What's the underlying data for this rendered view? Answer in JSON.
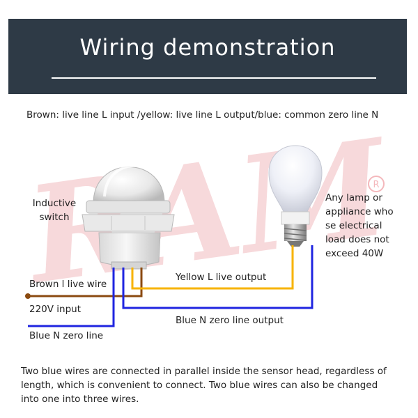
{
  "header": {
    "title": "Wiring demonstration"
  },
  "legend": "Brown: live line L input /yellow: live line L output/blue: common zero line N",
  "labels": {
    "switch_line1": "Inductive",
    "switch_line2": "switch",
    "lamp_line1": "Any lamp or",
    "lamp_line2": "appliance who",
    "lamp_line3": "se electrical",
    "lamp_line4": "load does not",
    "lamp_line5": "exceed 40W",
    "brown_wire": "Brown l live wire",
    "input": "220V input",
    "blue_in": "Blue N zero line",
    "yellow_out": "Yellow L live output",
    "blue_out": "Blue N zero line output"
  },
  "note": {
    "line1": "Two blue wires are connected in parallel inside the sensor head, regardless of",
    "line2": "length, which is convenient to connect. Two blue wires can also be changed",
    "line3": "into one into three wires."
  },
  "watermark": "RAM",
  "colors": {
    "banner": "#2e3a46",
    "brown": "#8b4a10",
    "yellow": "#f7b300",
    "blue": "#1f25e0",
    "watermark": "#f4c9cc"
  }
}
